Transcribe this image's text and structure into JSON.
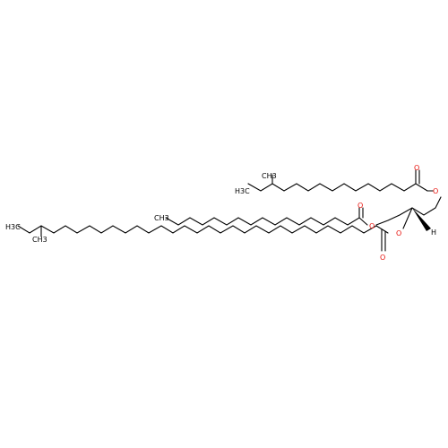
{
  "molecule": {
    "atom_colors": {
      "carbon": "#000000",
      "oxygen": "#e8120c"
    },
    "labels": {
      "ch3_a": "CH3",
      "h3c_a": "H3C",
      "ch3_b": "CH3",
      "h3c_b": "H3C",
      "ch3_c": "CH3",
      "h": "H",
      "o1": "O",
      "o2": "O",
      "o3": "O",
      "o4": "O",
      "o5": "O",
      "o6": "O"
    }
  }
}
